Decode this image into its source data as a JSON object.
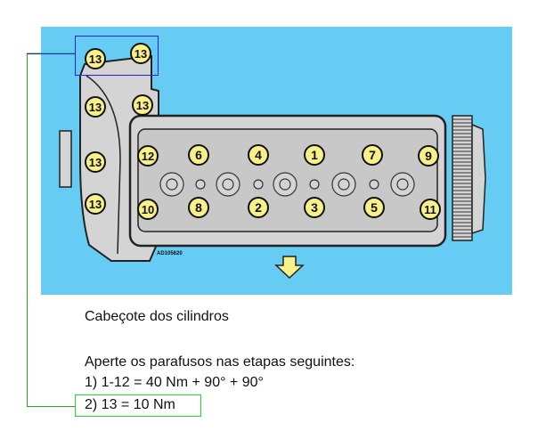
{
  "diagram": {
    "code": "AD105620",
    "background_color": "#66ccf4",
    "part_color": "#d4d4d4",
    "bolt_color": "#f8f088",
    "highlight_box_color": "#2222ee",
    "bolts": [
      {
        "label": "13",
        "group": "cover"
      },
      {
        "label": "13",
        "group": "cover"
      },
      {
        "label": "13",
        "group": "cover"
      },
      {
        "label": "13",
        "group": "cover"
      },
      {
        "label": "13",
        "group": "cover"
      },
      {
        "label": "13",
        "group": "cover"
      },
      {
        "label": "12",
        "group": "head"
      },
      {
        "label": "6",
        "group": "head"
      },
      {
        "label": "4",
        "group": "head"
      },
      {
        "label": "1",
        "group": "head"
      },
      {
        "label": "7",
        "group": "head"
      },
      {
        "label": "9",
        "group": "head"
      },
      {
        "label": "10",
        "group": "head"
      },
      {
        "label": "8",
        "group": "head"
      },
      {
        "label": "2",
        "group": "head"
      },
      {
        "label": "3",
        "group": "head"
      },
      {
        "label": "5",
        "group": "head"
      },
      {
        "label": "11",
        "group": "head"
      }
    ]
  },
  "text": {
    "title": "Cabeçote dos cilindros",
    "instruction": "Aperte os parafusos nas etapas seguintes:",
    "step1": "1) 1-12 = 40 Nm + 90° + 90°",
    "step2": "2) 13 = 10 Nm"
  },
  "highlight_color": "#22dd22"
}
